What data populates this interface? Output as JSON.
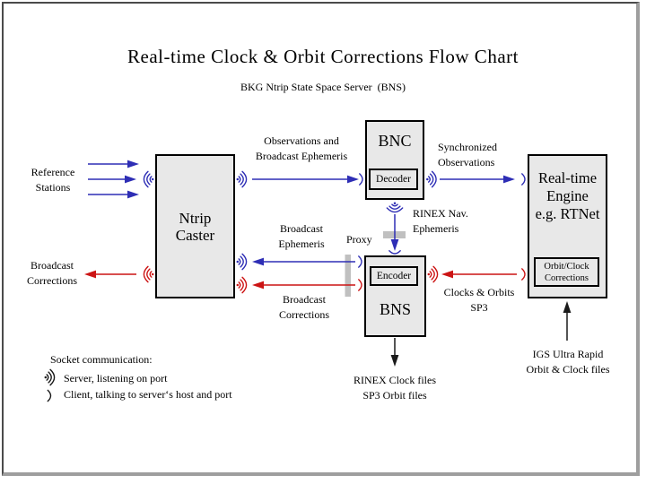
{
  "title": "Real-time Clock & Orbit Corrections Flow Chart",
  "subtitle": "BKG Ntrip State Space Server  (BNS)",
  "boxes": {
    "ntrip_caster": {
      "label": "Ntrip\nCaster"
    },
    "bnc": {
      "label": "BNC",
      "sub": "Decoder"
    },
    "bns": {
      "label": "BNS",
      "sub": "Encoder"
    },
    "realtime_engine": {
      "label": "Real-time\nEngine\ne.g. RTNet",
      "sub": "Orbit/Clock\nCorrections"
    }
  },
  "labels": {
    "reference_stations": "Reference\nStations",
    "broadcast_corrections_left": "Broadcast\nCorrections",
    "observations": "Observations and\nBroadcast Ephemeris",
    "synchronized": "Synchronized\nObservations",
    "rinex_nav": "RINEX Nav.\nEphemeris",
    "proxy": "Proxy",
    "broadcast_ephemeris": "Broadcast\nEphemeris",
    "broadcast_corrections_mid": "Broadcast\nCorrections",
    "clocks_orbits": "Clocks & Orbits\nSP3",
    "rinex_files": "RINEX Clock files\nSP3 Orbit files",
    "igs": "IGS Ultra Rapid\nOrbit & Clock files"
  },
  "legend": {
    "title": "Socket communication:",
    "server": "Server, listening on port",
    "client": "Client, talking to server‘s host and port"
  },
  "colors": {
    "blue": "#2e2eb5",
    "red": "#cc1414",
    "black": "#1a1a1a",
    "box_fill": "#e8e8e8",
    "proxy_bar": "#c0c0c0"
  }
}
